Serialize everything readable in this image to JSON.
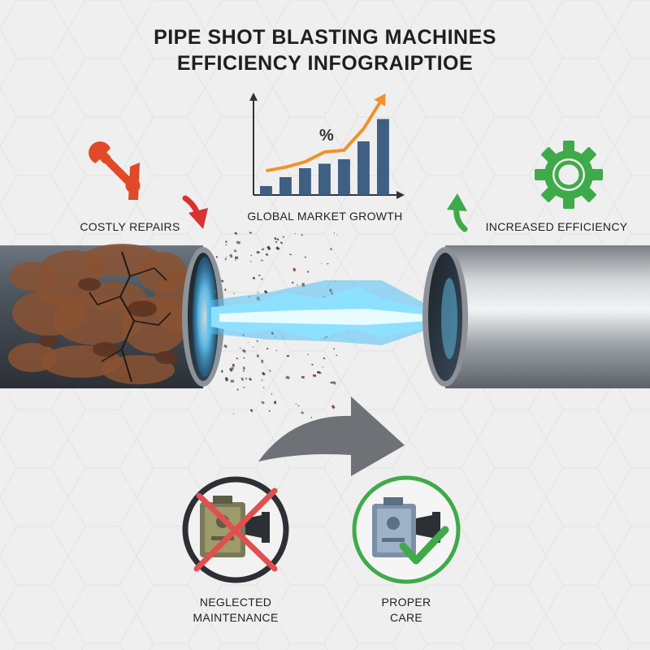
{
  "title": {
    "line1": "PIPE SHOT BLASTING MACHINES",
    "line2": "EFFICIENCY INFOGRAIPTIOE"
  },
  "labels": {
    "costly_repairs": "COSTLY REPAIRS",
    "market_growth": "GLOBAL MARKET GROWTH",
    "increased_efficiency": "INCREASED EFFICIENCY",
    "neglected_line1": "NEGLECTED",
    "neglected_line2": "MAINTENANCE",
    "proper_line1": "PROPER",
    "proper_line2": "CARE"
  },
  "chart_symbol": "%",
  "chart_data": {
    "type": "bar",
    "values": [
      1,
      2,
      3,
      3.5,
      4,
      6,
      8.5
    ],
    "trend": [
      1.8,
      2.2,
      2.8,
      3.9,
      4.1,
      6.5,
      10
    ]
  },
  "colors": {
    "background": "#efefef",
    "chart_bars": "#3f5f83",
    "trend_line": "#f0922b",
    "wrench": "#e04a28",
    "down_arrow": "#d93030",
    "up_arrow": "#3faa4a",
    "gear": "#3faa4a",
    "prohibit": "#e05050",
    "check": "#3faa4a",
    "blast": "#66d0ff"
  },
  "icons": [
    "wrench-icon",
    "down-arrow-icon",
    "up-arrow-icon",
    "gear-icon",
    "curved-arrow-icon",
    "prohibited-machine-icon",
    "approved-machine-icon",
    "check-icon"
  ]
}
